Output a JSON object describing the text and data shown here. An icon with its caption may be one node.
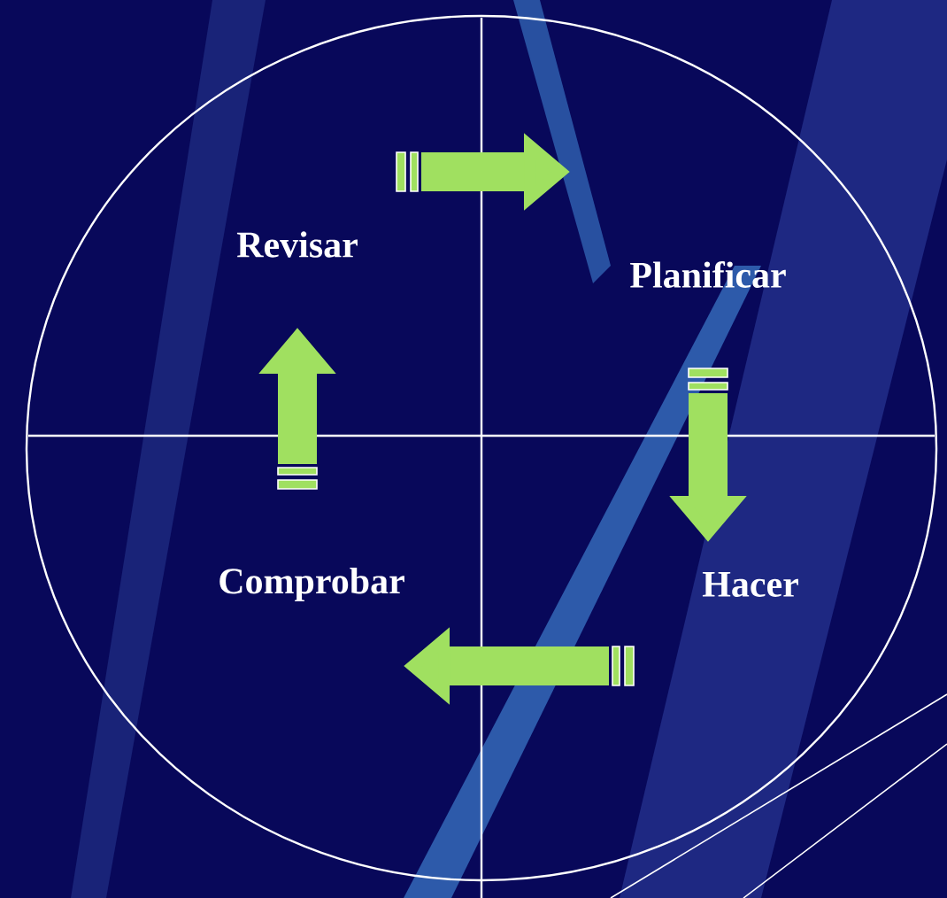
{
  "diagram": {
    "nodes": [
      {
        "text": [
          "Revisar"
        ]
      },
      {
        "text": [
          "Planificar"
        ]
      },
      {
        "text": [
          "Hacer"
        ]
      },
      {
        "text": [
          "Comprobar"
        ]
      }
    ],
    "edges": [
      {
        "from": 0,
        "to": 1,
        "arrow": "to",
        "color": "#a0e060"
      },
      {
        "from": 1,
        "to": 2,
        "arrow": "to",
        "color": "#a0e060"
      },
      {
        "from": 2,
        "to": 3,
        "arrow": "to",
        "color": "#a0e060"
      },
      {
        "from": 3,
        "to": 0,
        "arrow": "to",
        "color": "#a0e060"
      }
    ]
  }
}
